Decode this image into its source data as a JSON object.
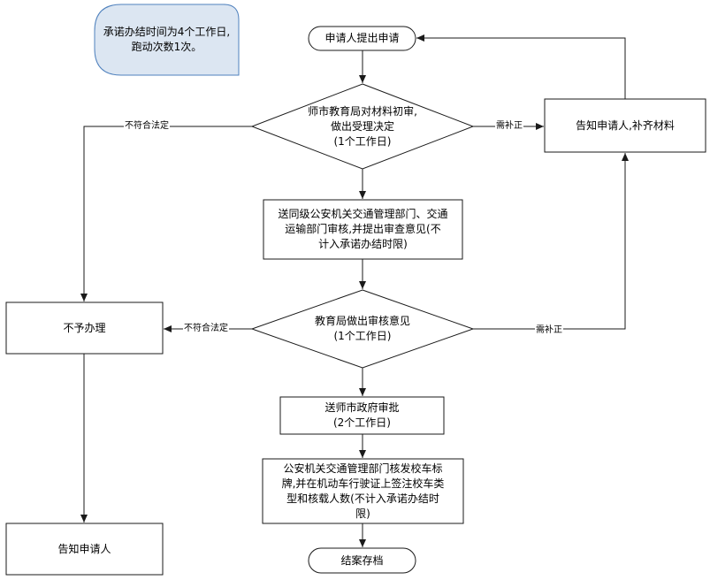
{
  "note": {
    "text": "承诺办结时间为4个工作日,\n跑动次数1次。"
  },
  "nodes": {
    "start": "申请人提出申请",
    "initial_review": "师市教育局对材料初审,\n做出受理决定\n(1个工作日)",
    "notify_supplement": "告知申请人,补齐材料",
    "send_review": "送同级公安机关交通管理部门、交通\n运输部门审核,并提出审查意见(不\n计入承诺办结时限)",
    "reject": "不予办理",
    "review_opinion": "教育局做出审核意见\n(1个工作日)",
    "gov_approval": "送师市政府审批\n(2个工作日)",
    "issue_sign": "公安机关交通管理部门核发校车标\n牌,并在机动车行驶证上签注校车类\n型和核载人数(不计入承诺办结时\n限)",
    "notify_applicant": "告知申请人",
    "archive": "结案存档"
  },
  "edge_labels": {
    "not_legal_1": "不符合法定",
    "need_supplement_1": "需补正",
    "not_legal_2": "不符合法定",
    "need_supplement_2": "需补正"
  },
  "colors": {
    "line": "#1a1a1a",
    "note_fill": "#dce6f2",
    "note_stroke": "#4f81bd"
  }
}
